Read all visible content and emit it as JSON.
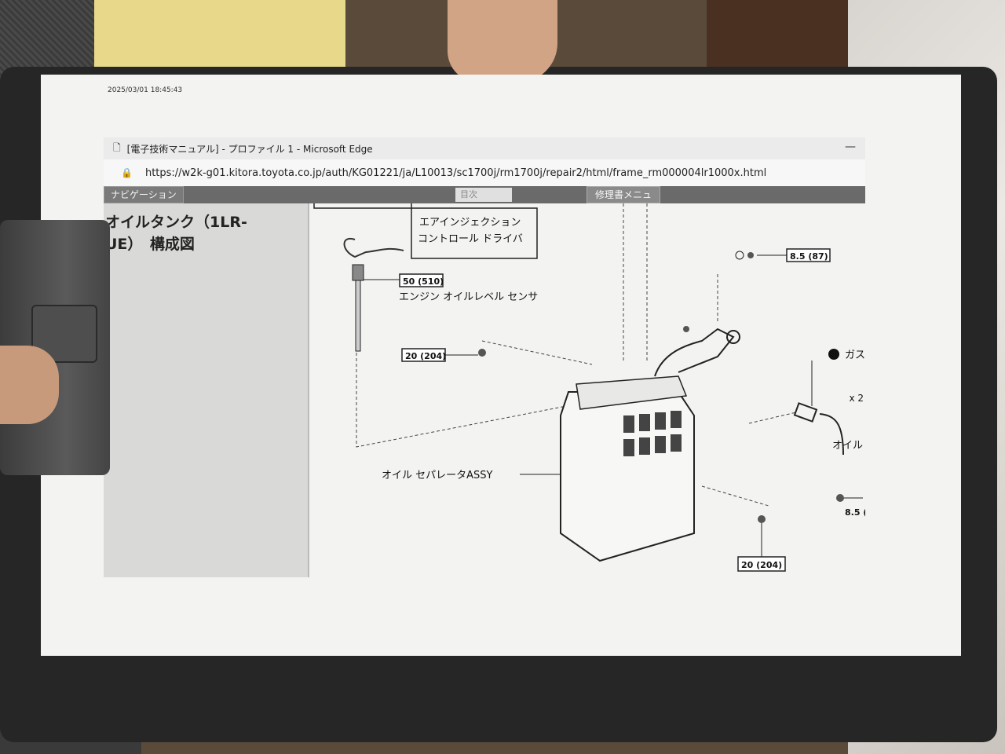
{
  "print_timestamp": "2025/03/01 18:45:43",
  "window": {
    "title": "[電子技術マニュアル] - プロファイル 1 - Microsoft Edge",
    "minimize_symbol": "—",
    "url": "https://w2k-g01.kitora.toyota.co.jp/auth/KG01221/ja/L10013/sc1700j/rm1700j/repair2/html/frame_rm000004lr1000x.html"
  },
  "tabs": {
    "navigation": "ナビゲーション",
    "hidden": "目次",
    "repair_menu": "修理書メニュ"
  },
  "sidebar": {
    "title_line1": "オイルタンク（1LR-",
    "title_line2": "UE）　構成図"
  },
  "diagram": {
    "labels": {
      "air_injection": "エアインジェクション",
      "control_driver": "コントロール ドライバ",
      "oil_level_sensor": "エンジン オイルレベル センサ",
      "oil_separator": "オイル セパレータASSY",
      "gasket": "ガスケ",
      "oil_pipe": "オイル",
      "x2": "x 2"
    },
    "torques": {
      "t1": "50 (510)",
      "t2": "20 (204)",
      "t3": "8.5 (87)",
      "t4": "8.5 (",
      "t5": "20 (204)"
    }
  }
}
